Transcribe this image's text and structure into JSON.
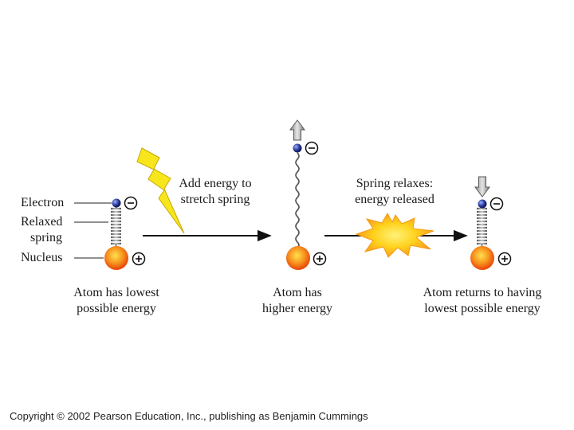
{
  "labels": {
    "electron": "Electron",
    "relaxed_spring": [
      "Relaxed",
      "spring"
    ],
    "nucleus": "Nucleus"
  },
  "steps": [
    {
      "caption": [
        "Atom has lowest",
        "possible energy"
      ]
    },
    {
      "caption": [
        "Atom has",
        "higher energy"
      ]
    },
    {
      "caption": [
        "Atom returns to having",
        "lowest possible energy"
      ]
    }
  ],
  "transitions": [
    {
      "text": [
        "Add energy to",
        "stretch spring"
      ],
      "icon": "lightning-bolt-icon"
    },
    {
      "text": [
        "Spring relaxes:",
        "energy released"
      ],
      "icon": "energy-burst-icon"
    }
  ],
  "charges": {
    "electron": "−",
    "nucleus": "+"
  },
  "copyright": "Copyright © 2002 Pearson Education, Inc., publishing as Benjamin Cummings",
  "colors": {
    "nucleus": "#f05a0a",
    "electron": "#1c2a7a",
    "lightning": "#f7e61c",
    "burst": "#f7a81c",
    "arrow_up_down": "#b0b0b0"
  }
}
